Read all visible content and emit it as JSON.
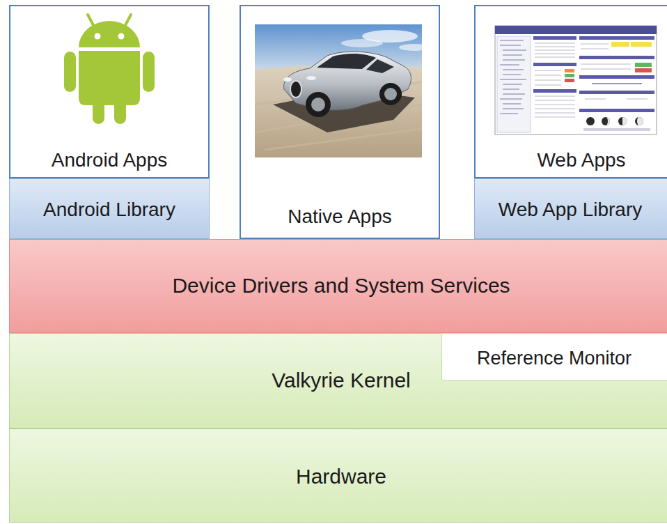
{
  "diagram": {
    "nodes": [
      {
        "text": [
          "Android Apps"
        ]
      },
      {
        "text": [
          "Native Apps"
        ]
      },
      {
        "text": [
          "Web Apps"
        ]
      },
      {
        "text": [
          "Android Library"
        ]
      },
      {
        "text": [
          "Web App Library"
        ]
      },
      {
        "text": [
          "Device Drivers and System Services"
        ]
      },
      {
        "text": [
          "Valkyrie Kernel"
        ]
      },
      {
        "text": [
          "Reference Monitor"
        ],
        "in": 6
      },
      {
        "text": [
          "Hardware"
        ]
      }
    ]
  }
}
